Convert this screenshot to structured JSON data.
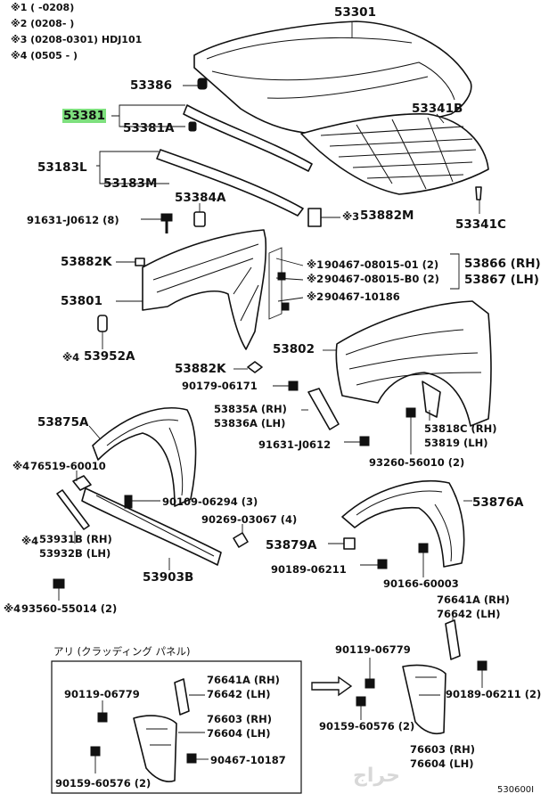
{
  "notes": [
    "※1 (       -0208)",
    "※2 (0208-       )",
    "※3 (0208-0301) HDJ101",
    "※4 (0505 -        )"
  ],
  "labels": {
    "hood": "53301",
    "hood_stop": "53386",
    "seal_hood": "53381",
    "seal_hood_a": "53381A",
    "hood_insulator": "53341B",
    "insulator_clip": "53341C",
    "seal_l": "53183L",
    "seal_m": "53183M",
    "cushion_a": "53384A",
    "bolt_8": "91631-J0612 (8)",
    "cover_m": "53882M",
    "cover_m_note": "※3",
    "cover_k1": "53882K",
    "cover_k2": "53882K",
    "clip1": "90467-08015-01 (2)",
    "clip1_note": "※1",
    "clip2": "90467-08015-B0 (2)",
    "clip2_note": "※2",
    "clip3": "90467-10186",
    "clip3_note": "※2",
    "apron_rh": "53866 (RH)",
    "apron_lh": "53867 (LH)",
    "apron_inner": "53801",
    "fender": "53802",
    "cushion_952": "53952A",
    "cushion_952_note": "※4",
    "clip_90179": "90179-06171",
    "bracket_rh": "53835A (RH)",
    "bracket_lh": "53836A (LH)",
    "bracket2_rh": "53818C (RH)",
    "bracket2_lh": "53819 (LH)",
    "bolt_single": "91631-J0612",
    "screw_2": "93260-56010 (2)",
    "liner_875": "53875A",
    "plate_76519": "76519-60010",
    "plate_76519_note": "※4",
    "screw_06294": "90109-06294 (3)",
    "nut_03067": "90269-03067 (4)",
    "seal_rh": "53931B (RH)",
    "seal_lh": "53932B (LH)",
    "seal_note": "※4",
    "seal_903": "53903B",
    "screw_55014": "93560-55014 (2)",
    "screw_55014_note": "※4",
    "liner_876": "53876A",
    "part_879": "53879A",
    "clip_06211": "90189-06211",
    "clip_60003": "90166-60003",
    "mud_rh": "76641A (RH)",
    "mud_lh": "76642 (LH)",
    "screw_06779": "90119-06779",
    "clip_06211_2": "90189-06211 (2)",
    "screw_60576": "90159-60576 (2)",
    "flap_rh": "76603 (RH)",
    "flap_lh": "76604 (LH)"
  },
  "inset": {
    "title": "アリ (クラッディング パネル)",
    "screw_06779": "90119-06779",
    "mud_rh": "76641A (RH)",
    "mud_lh": "76642 (LH)",
    "flap_rh": "76603 (RH)",
    "flap_lh": "76604 (LH)",
    "clip_10187": "90467-10187",
    "screw_60576": "90159-60576 (2)"
  },
  "figure_code": "530600I",
  "watermark": "حراج"
}
